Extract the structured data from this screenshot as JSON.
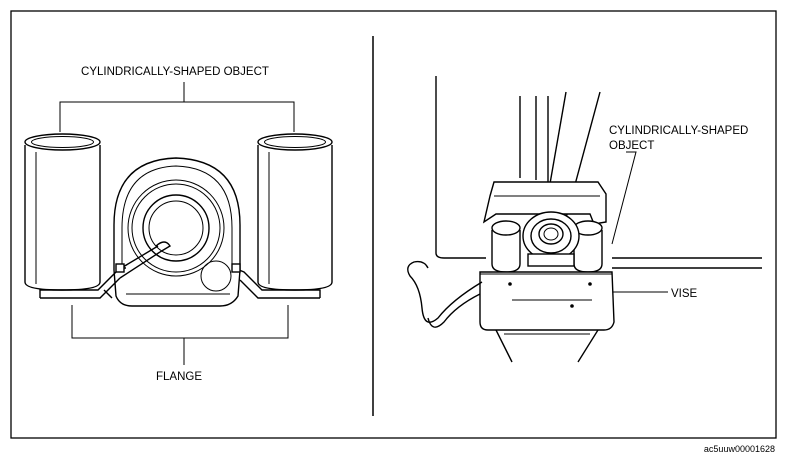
{
  "left_panel": {
    "label_top": "CYLINDRICALLY-SHAPED OBJECT",
    "label_bottom": "FLANGE"
  },
  "right_panel": {
    "label_object_line1": "CYLINDRICALLY-SHAPED",
    "label_object_line2": "OBJECT",
    "label_vise": "VISE"
  },
  "figure_code": "ac5uuw00001628"
}
